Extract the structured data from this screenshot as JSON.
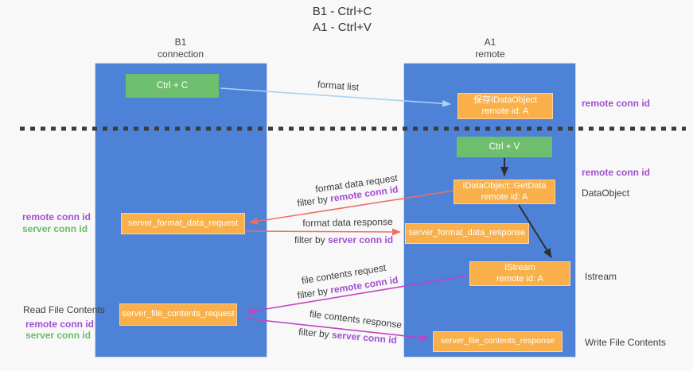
{
  "title": {
    "line1": "B1 - Ctrl+C",
    "line2": "A1 - Ctrl+V"
  },
  "lanes": {
    "b1": {
      "name": "B1",
      "role": "connection"
    },
    "a1": {
      "name": "A1",
      "role": "remote"
    }
  },
  "nodes": {
    "ctrl_c": {
      "label": "Ctrl + C"
    },
    "ctrl_v": {
      "label": "Ctrl + V"
    },
    "save_idataobject": {
      "line1": "保存IDataObject",
      "line2": "remote id: A"
    },
    "getdata": {
      "line1": "IDataObject::GetData",
      "line2": "remote id: A"
    },
    "istream": {
      "line1": "IStream",
      "line2": "remote id: A"
    },
    "server_format_data_request": {
      "label": "server_format_data_request"
    },
    "server_format_data_response": {
      "label": "server_format_data_response"
    },
    "server_file_contents_request": {
      "label": "server_file_contents_request"
    },
    "server_file_contents_response": {
      "label": "server_file_contents_response"
    }
  },
  "edges": {
    "format_list": {
      "label": "format list"
    },
    "format_data_request": {
      "label": "format data request",
      "filter_prefix": "filter by ",
      "filter_key": "remote conn id"
    },
    "format_data_response": {
      "label": "format data response",
      "filter_prefix": "filter by ",
      "filter_key": "server conn id"
    },
    "file_contents_request": {
      "label": "file contents request",
      "filter_prefix": "filter by ",
      "filter_key": "remote conn id"
    },
    "file_contents_response": {
      "label": "file contents response",
      "filter_prefix": "filter by ",
      "filter_key": "server conn id"
    }
  },
  "annotations": {
    "right_remote_conn_id_top": "remote conn id",
    "right_remote_conn_id_mid": "remote conn id",
    "right_dataobject": "DataObject",
    "right_istream": "Istream",
    "right_write_file_contents": "Write File Contents",
    "left_remote_conn_id_mid": "remote conn id",
    "left_server_conn_id_mid": "server conn id",
    "left_read_file_contents": "Read File Contents",
    "left_remote_conn_id_bottom": "remote conn id",
    "left_server_conn_id_bottom": "server conn id"
  },
  "colors": {
    "lane_blue": "#4d82d6",
    "node_orange": "#f9b04a",
    "node_green": "#6dbf6d",
    "arrow_light_blue": "#a9d3f0",
    "arrow_red": "#ee6e66",
    "arrow_magenta": "#c342c3",
    "arrow_black": "#2f2f2f",
    "highlight_purple": "#a24fd0",
    "highlight_green": "#67bd67",
    "background": "#f8f8f8"
  }
}
